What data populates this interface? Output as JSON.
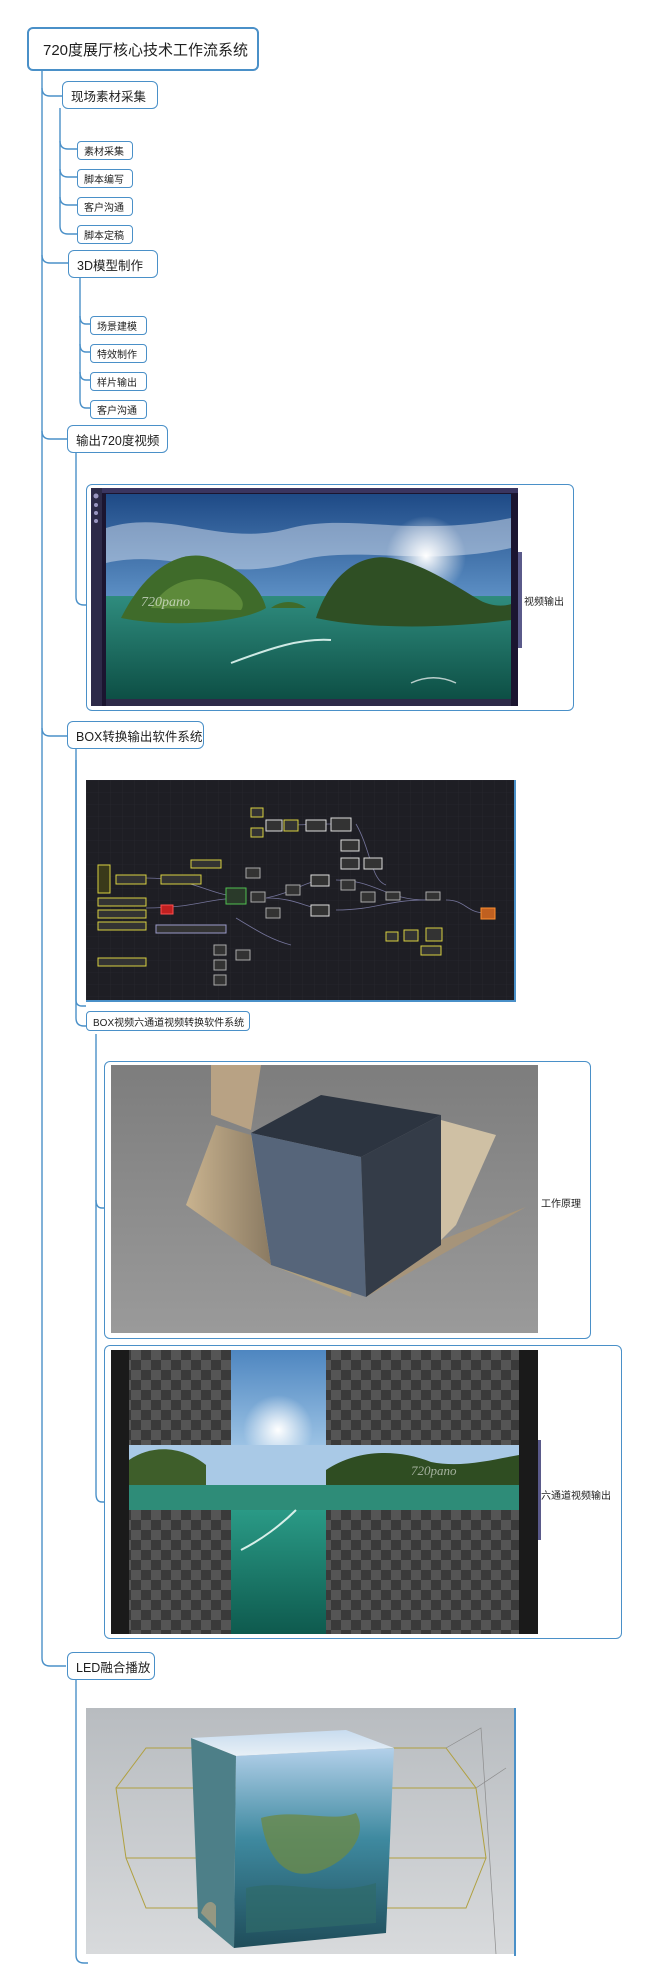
{
  "root": "720度展厅核心技术工作流系统",
  "sections": {
    "s1": {
      "label": "现场素材采集",
      "items": [
        "素材采集",
        "脚本编写",
        "客户沟通",
        "脚本定稿"
      ]
    },
    "s2": {
      "label": "3D模型制作",
      "items": [
        "场景建模",
        "特效制作",
        "样片输出",
        "客户沟通"
      ]
    },
    "s3": {
      "label": "输出720度视频",
      "caption": "视频输出"
    },
    "s4": {
      "label": "BOX转换输出软件系统",
      "sub": "BOX视频六通道视频转换软件系统",
      "caption_a": "工作原理",
      "caption_b": "六通道视频输出"
    },
    "s5": {
      "label": "LED融合播放"
    }
  },
  "pano_watermark": "720pano",
  "icons": [
    "node-graph-image",
    "box-unfold-image",
    "panorama-image",
    "cross-layout-image",
    "led-cube-image"
  ]
}
